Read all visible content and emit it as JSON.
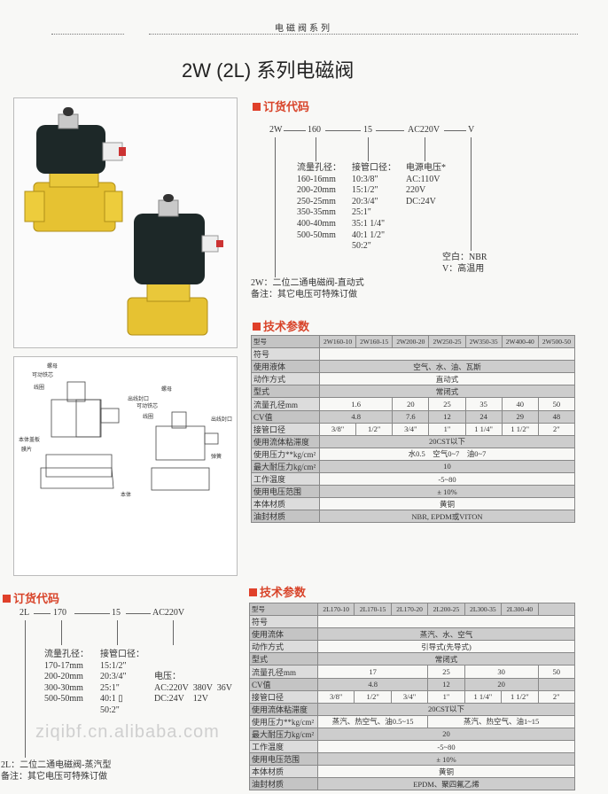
{
  "header": {
    "series": "电磁阀系列",
    "title": "2W (2L) 系列电磁阀"
  },
  "order_2w": {
    "heading": "订货代码",
    "code": [
      "2W",
      "160",
      "15",
      "AC220V",
      "V"
    ],
    "col1": [
      "流量孔径：",
      "160-16mm",
      "200-20mm",
      "250-25mm",
      "350-35mm",
      "400-40mm",
      "500-50mm"
    ],
    "col2": [
      "接管口径：",
      "10:3/8\"",
      "15:1/2\"",
      "20:3/4\"",
      "25:1\"",
      "35:1 1/4\"",
      "40:1 1/2\"",
      "50:2\""
    ],
    "col3": [
      "电源电压*",
      "AC:110V",
      "220V",
      "DC:24V"
    ],
    "seal": [
      "空白：NBR",
      "V：高温用"
    ],
    "note1": "2W：二位二通电磁阀-直动式",
    "note2": "备注：其它电压可特殊订做"
  },
  "order_2l": {
    "heading": "订货代码",
    "code": [
      "2L",
      "170",
      "15",
      "AC220V"
    ],
    "col1": [
      "流量孔径：",
      "170-17mm",
      "200-20mm",
      "300-30mm",
      "500-50mm"
    ],
    "col2": [
      "接管口径：",
      "15:1/2\"",
      "20:3/4\"",
      "25:1\"",
      "40:1 ▯",
      "50:2\""
    ],
    "col3": [
      "电压：",
      "AC:220V  380V  36V",
      "DC:24V    12V"
    ],
    "note1": "2L：二位二通电磁阀-蒸汽型",
    "note2": "备注：其它电压可特殊订做"
  },
  "diagram_labels": {
    "nut": "螺母",
    "core": "可动铁芯",
    "coil": "线圈",
    "outlet": "出线封口",
    "cover": "本体盖板",
    "diaphragm": "膜片",
    "body": "本体",
    "nut2": "螺母",
    "core2": "可动铁芯",
    "coil2": "线圈",
    "outlet2": "出线封口",
    "spring": "弹簧"
  },
  "tech_2w": {
    "heading": "技术参数",
    "rows": [
      [
        [
          "型号",
          1
        ],
        [
          "2W160-10",
          1
        ],
        [
          "2W160-15",
          1
        ],
        [
          "2W200-20",
          1
        ],
        [
          "2W250-25",
          1
        ],
        [
          "2W350-35",
          1
        ],
        [
          "2W400-40",
          1
        ],
        [
          "2W500-50",
          1
        ]
      ],
      [
        [
          "符号",
          1
        ],
        [
          "",
          7
        ]
      ],
      [
        [
          "使用液体",
          1
        ],
        [
          "空气、水、油、瓦斯",
          7
        ]
      ],
      [
        [
          "动作方式",
          1
        ],
        [
          "直动式",
          7
        ]
      ],
      [
        [
          "型式",
          1
        ],
        [
          "常闭式",
          7
        ]
      ],
      [
        [
          "流量孔径mm",
          1
        ],
        [
          "1.6",
          2
        ],
        [
          "20",
          1
        ],
        [
          "25",
          1
        ],
        [
          "35",
          1
        ],
        [
          "40",
          1
        ],
        [
          "50",
          1
        ]
      ],
      [
        [
          "CV值",
          1
        ],
        [
          "4.8",
          2
        ],
        [
          "7.6",
          1
        ],
        [
          "12",
          1
        ],
        [
          "24",
          1
        ],
        [
          "29",
          1
        ],
        [
          "48",
          1
        ]
      ],
      [
        [
          "接管口径",
          1
        ],
        [
          "3/8\"",
          1
        ],
        [
          "1/2\"",
          1
        ],
        [
          "3/4\"",
          1
        ],
        [
          "1\"",
          1
        ],
        [
          "1 1/4\"",
          1
        ],
        [
          "1 1/2\"",
          1
        ],
        [
          "2\"",
          1
        ]
      ],
      [
        [
          "使用流体粘滞度",
          1
        ],
        [
          "20CST以下",
          7
        ]
      ],
      [
        [
          "使用压力**kg/cm²",
          1
        ],
        [
          "水0.5　空气0~7　油0~7",
          7
        ]
      ],
      [
        [
          "最大耐压力kg/cm²",
          1
        ],
        [
          "10",
          7
        ]
      ],
      [
        [
          "工作温度",
          1
        ],
        [
          "-5~80",
          7
        ]
      ],
      [
        [
          "使用电压范围",
          1
        ],
        [
          "± 10%",
          7
        ]
      ],
      [
        [
          "本体材质",
          1
        ],
        [
          "黄铜",
          7
        ]
      ],
      [
        [
          "油封材质",
          1
        ],
        [
          "NBR, EPDM或VITON",
          7
        ]
      ]
    ]
  },
  "tech_2l": {
    "heading": "技术参数",
    "rows": [
      [
        [
          "型号",
          1
        ],
        [
          "2L170-10",
          1
        ],
        [
          "2L170-15",
          1
        ],
        [
          "2L170-20",
          1
        ],
        [
          "2L200-25",
          1
        ],
        [
          "2L300-35",
          1
        ],
        [
          "2L300-40",
          1
        ],
        [
          "",
          1
        ]
      ],
      [
        [
          "符号",
          1
        ],
        [
          "",
          7
        ]
      ],
      [
        [
          "使用流体",
          1
        ],
        [
          "蒸汽、水、空气",
          7
        ]
      ],
      [
        [
          "动作方式",
          1
        ],
        [
          "引导式(先导式)",
          7
        ]
      ],
      [
        [
          "型式",
          1
        ],
        [
          "常闭式",
          7
        ]
      ],
      [
        [
          "流量孔径mm",
          1
        ],
        [
          "17",
          3
        ],
        [
          "25",
          1
        ],
        [
          "30",
          2
        ],
        [
          "50",
          1
        ]
      ],
      [
        [
          "CV值",
          1
        ],
        [
          "4.8",
          3
        ],
        [
          "12",
          1
        ],
        [
          "20",
          2
        ],
        [
          "",
          1
        ]
      ],
      [
        [
          "接管口径",
          1
        ],
        [
          "3/8\"",
          1
        ],
        [
          "1/2\"",
          1
        ],
        [
          "3/4\"",
          1
        ],
        [
          "1\"",
          1
        ],
        [
          "1 1/4\"",
          1
        ],
        [
          "1 1/2\"",
          1
        ],
        [
          "2\"",
          1
        ]
      ],
      [
        [
          "使用流体粘滞度",
          1
        ],
        [
          "20CST以下",
          7
        ]
      ],
      [
        [
          "使用压力**kg/cm²",
          1
        ],
        [
          "蒸汽、热空气、油0.5~15",
          3
        ],
        [
          "蒸汽、热空气、油1~15",
          4
        ]
      ],
      [
        [
          "最大耐压力kg/cm²",
          1
        ],
        [
          "20",
          7
        ]
      ],
      [
        [
          "工作温度",
          1
        ],
        [
          "-5~80",
          7
        ]
      ],
      [
        [
          "使用电压范围",
          1
        ],
        [
          "± 10%",
          7
        ]
      ],
      [
        [
          "本体材质",
          1
        ],
        [
          "黄铜",
          7
        ]
      ],
      [
        [
          "油封材质",
          1
        ],
        [
          "EPDM、聚四氟乙烯",
          7
        ]
      ]
    ]
  },
  "watermark": "ziqibf.cn.alibaba.com",
  "colors": {
    "accent": "#d8442a",
    "brass": "#e8c531",
    "coil": "#1f2a2a"
  }
}
